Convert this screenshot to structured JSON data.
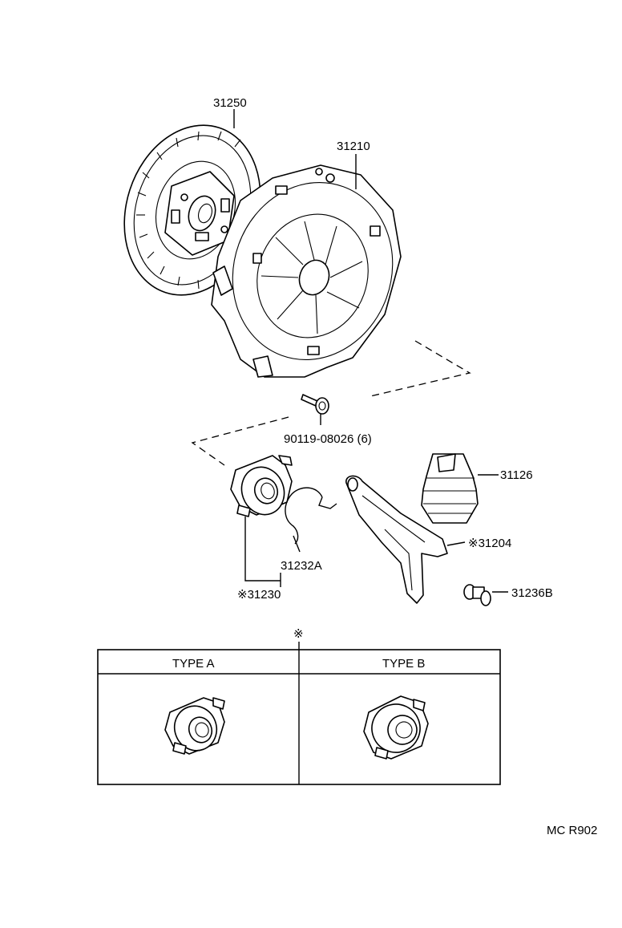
{
  "labels": {
    "clutch_disc": "31250",
    "clutch_cover": "31210",
    "bolt": "90119-08026 (6)",
    "boot": "31126",
    "release_fork": "※31204",
    "release_bearing": "※31230",
    "clip": "31232A",
    "pivot": "31236B"
  },
  "table": {
    "note_mark": "※",
    "col_a": "TYPE A",
    "col_b": "TYPE B"
  },
  "code": "MC R902"
}
